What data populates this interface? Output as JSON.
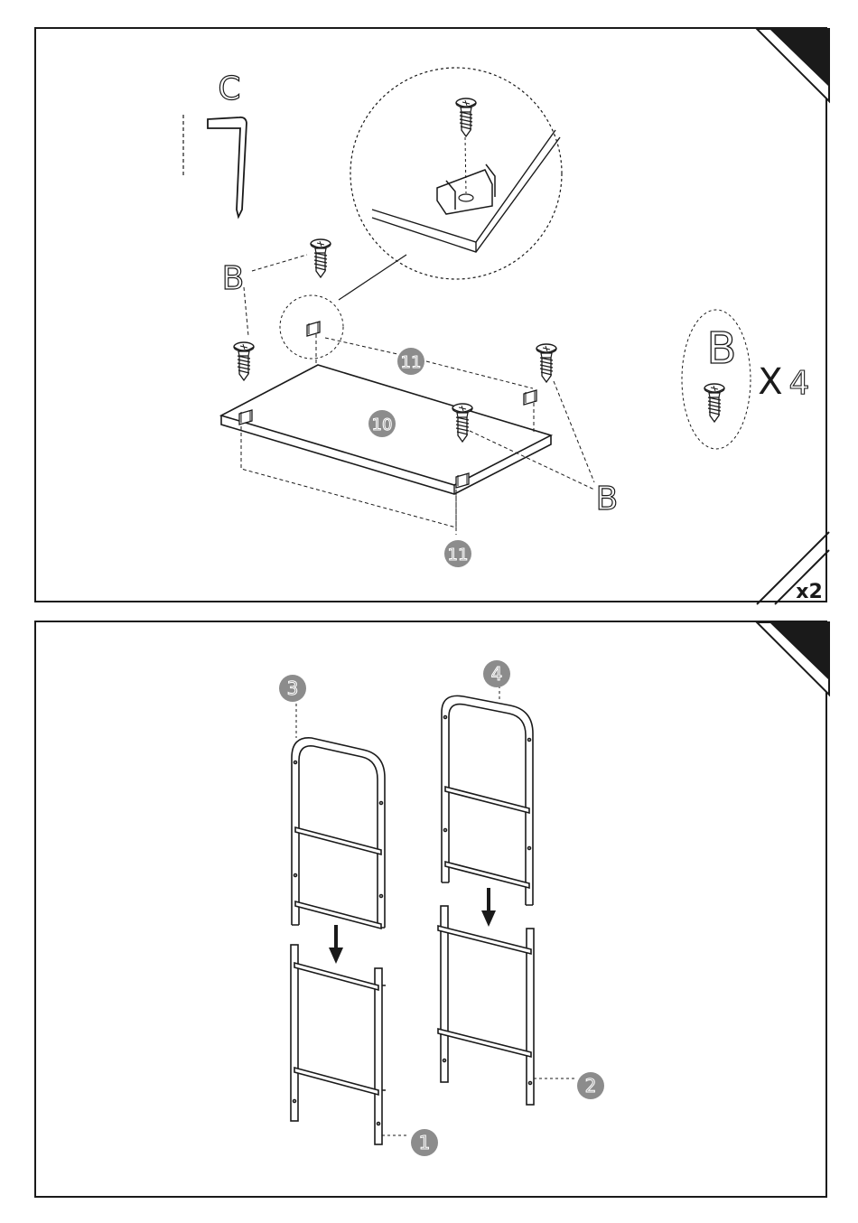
{
  "step1": {
    "tool_label": "C",
    "screw_label": "B",
    "part_panel": "10",
    "part_bracket": "11",
    "hardware_label": "B",
    "hardware_multiplier": "X",
    "hardware_qty": "4",
    "repeat_label": "x2"
  },
  "step2": {
    "part_frame_upper_left": "3",
    "part_frame_upper_right": "4",
    "part_frame_lower_left": "1",
    "part_frame_lower_right": "2"
  },
  "colors": {
    "line": "#1a1a1a",
    "badge_fill": "#8c8c8c",
    "badge_text": "#ffffff",
    "corner": "#1a1a1a"
  },
  "icons": [
    "allen-key-icon",
    "screw-icon",
    "down-arrow-icon",
    "corner-tab-icon"
  ]
}
